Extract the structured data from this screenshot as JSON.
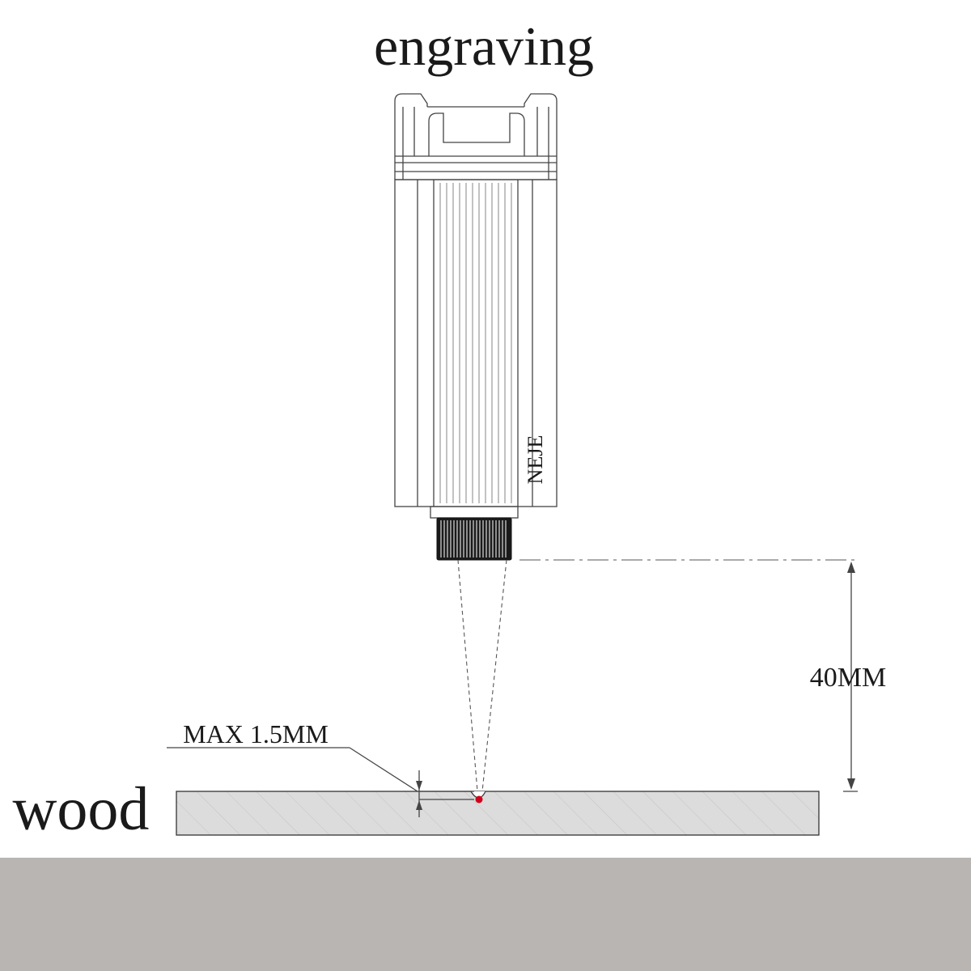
{
  "title": "engraving",
  "brand": "NEJE",
  "labels": {
    "material": "wood",
    "depth": "MAX 1.5MM",
    "distance": "40MM"
  },
  "colors": {
    "background": "#ffffff",
    "floor": "#b8b5b3",
    "wood_fill": "#dcdcdc",
    "laser_dot": "#d0021b",
    "line": "#444444"
  }
}
